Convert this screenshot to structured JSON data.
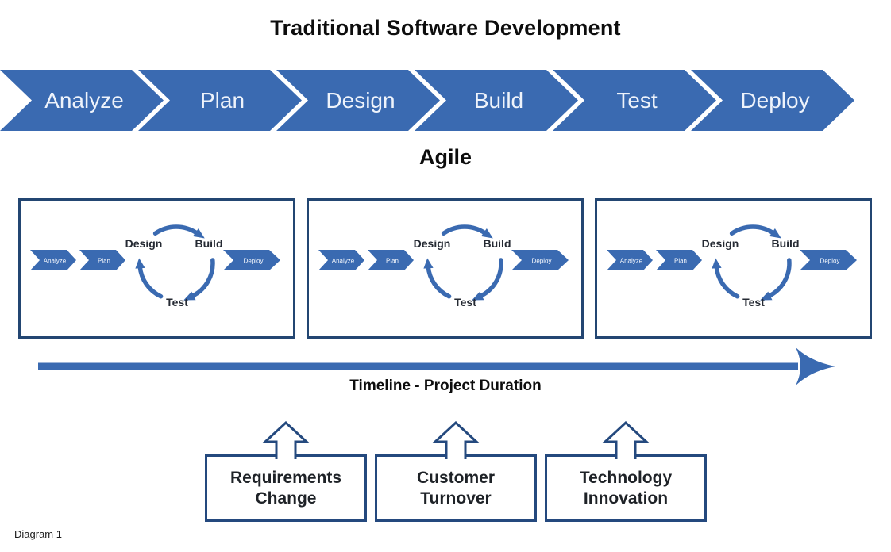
{
  "traditional": {
    "title": "Traditional Software Development",
    "phases": [
      "Analyze",
      "Plan",
      "Design",
      "Build",
      "Test",
      "Deploy"
    ]
  },
  "agile": {
    "title": "Agile",
    "iterations_count": 3,
    "iteration": {
      "analyze": "Analyze",
      "plan": "Plan",
      "design": "Design",
      "build": "Build",
      "test": "Test",
      "deploy": "Deploy"
    }
  },
  "timeline": {
    "label": "Timeline - Project Duration"
  },
  "drivers": [
    {
      "line1": "Requirements",
      "line2": "Change"
    },
    {
      "line1": "Customer",
      "line2": "Turnover"
    },
    {
      "line1": "Technology",
      "line2": "Innovation"
    }
  ],
  "caption": "Diagram 1",
  "colors": {
    "primary_blue": "#3a6ab1",
    "navy_border": "#234672",
    "driver_border": "#24497e",
    "label_dark": "#252a33",
    "chevron_text": "#eef3fb"
  }
}
